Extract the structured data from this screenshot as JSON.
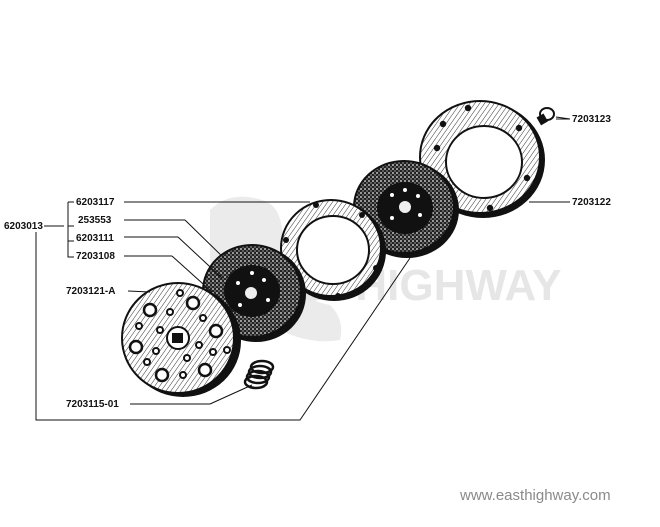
{
  "labels": {
    "main_assembly": "6203013",
    "pressure_plate_assembly": "6203117",
    "part_253553": "253553",
    "part_6203111": "6203111",
    "part_7203108": "7203108",
    "part_7203121a": "7203121-A",
    "part_7203115_01": "7203115-01",
    "bolt": "7203123",
    "cover_ring": "7203122"
  },
  "watermark": {
    "text": "EASTHIGHWAY",
    "url": "www.easthighway.com"
  },
  "colors": {
    "ink": "#111111",
    "watermark_grey": "#8a8a8a",
    "background": "#ffffff"
  }
}
